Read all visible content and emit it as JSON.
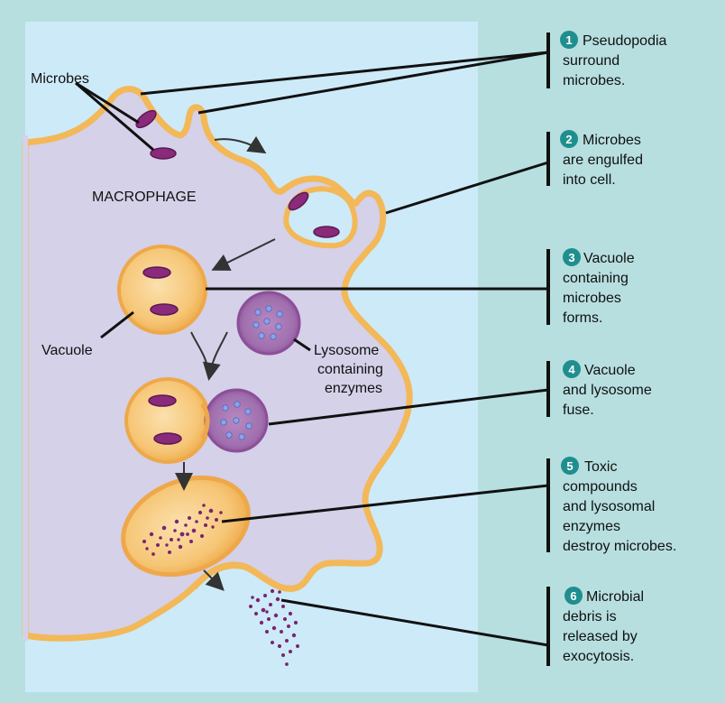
{
  "colors": {
    "background": "#b7dfe0",
    "panel": "#cdeaf8",
    "cell_fill": "#d4d1e8",
    "membrane": "#f3b858",
    "membrane_inner": "#f8d08a",
    "microbe": "#8a2a7a",
    "lysosome": "#9b5aa0",
    "badge": "#1f8e8e"
  },
  "labels": {
    "microbes": "Microbes",
    "macrophage": "MACROPHAGE",
    "vacuole": "Vacuole",
    "lysosome": [
      "Lysosome",
      "containing",
      "enzymes"
    ]
  },
  "steps": [
    {
      "number": "1",
      "lines": [
        "Pseudopodia",
        "surround",
        "microbes."
      ]
    },
    {
      "number": "2",
      "lines": [
        "Microbes",
        "are engulfed",
        "into cell."
      ]
    },
    {
      "number": "3",
      "lines": [
        "Vacuole",
        "containing",
        "microbes",
        "forms."
      ]
    },
    {
      "number": "4",
      "lines": [
        "Vacuole",
        "and lysosome",
        "fuse."
      ]
    },
    {
      "number": "5",
      "lines": [
        "Toxic",
        "compounds",
        "and lysosomal",
        "enzymes",
        "destroy microbes."
      ]
    },
    {
      "number": "6",
      "lines": [
        "Microbial",
        "debris is",
        "released by",
        "exocytosis."
      ]
    }
  ]
}
